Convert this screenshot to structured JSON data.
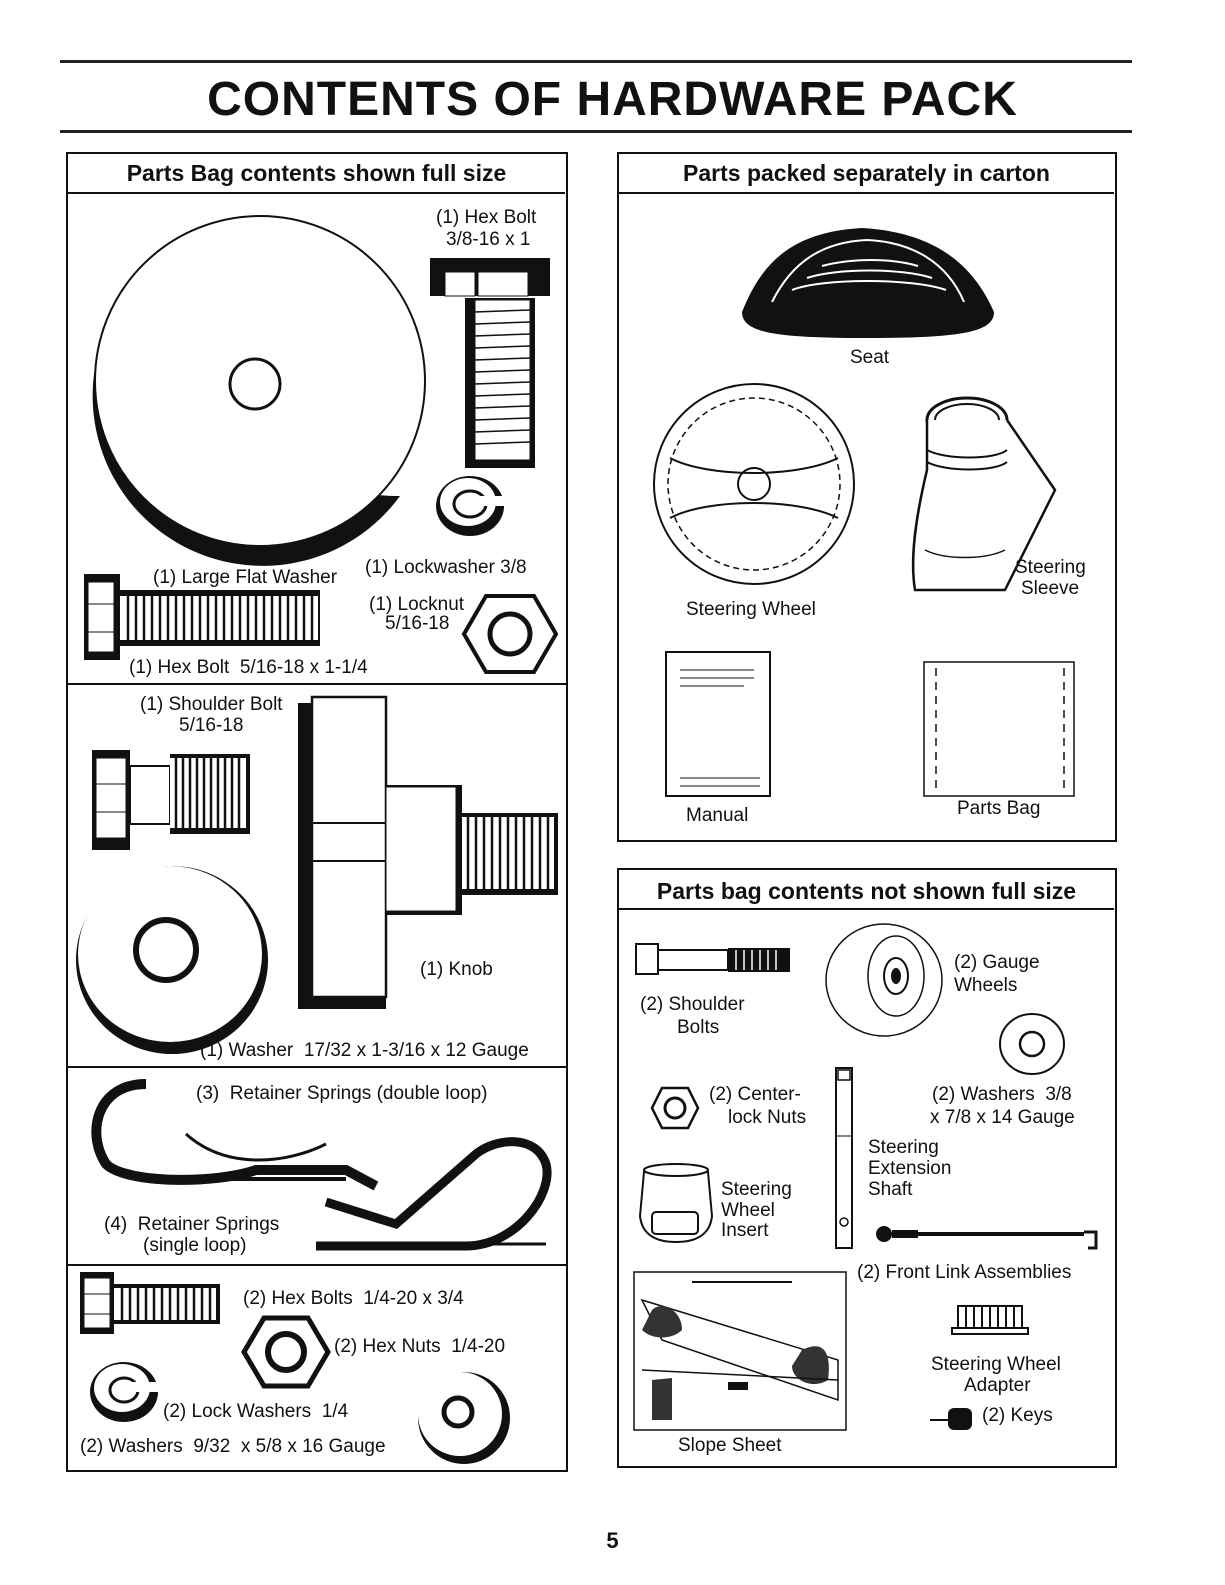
{
  "title": "CONTENTS OF HARDWARE PACK",
  "page_number": "5",
  "left_panel": {
    "header": "Parts Bag contents shown full size",
    "items": {
      "hex_bolt_a": "(1) Hex Bolt",
      "hex_bolt_a_size": "3/8-16 x 1",
      "large_flat_washer": "(1) Large Flat Washer",
      "lockwasher": "(1) Lockwasher 3/8",
      "locknut": "(1) Locknut",
      "locknut_size": "5/16-18",
      "hex_bolt_b": "(1) Hex Bolt  5/16-18 x 1-1/4",
      "shoulder_bolt": "(1) Shoulder Bolt",
      "shoulder_bolt_size": "5/16-18",
      "knob": "(1) Knob",
      "washer": "(1) Washer  17/32 x 1-3/16 x 12 Gauge",
      "retainer_double": "(3)  Retainer Springs (double loop)",
      "retainer_single": "(4)  Retainer Springs",
      "retainer_single_2": "(single loop)",
      "hex_bolts_small": "(2) Hex Bolts  1/4-20 x 3/4",
      "hex_nuts": "(2) Hex Nuts  1/4-20",
      "lock_washers": "(2) Lock Washers  1/4",
      "washers_small": "(2) Washers  9/32  x 5/8 x 16 Gauge"
    }
  },
  "right_top_panel": {
    "header": "Parts packed separately in carton",
    "items": {
      "seat": "Seat",
      "steering_wheel": "Steering Wheel",
      "steering_sleeve": "Steering",
      "steering_sleeve_2": "Sleeve",
      "manual": "Manual",
      "parts_bag": "Parts Bag"
    }
  },
  "right_bottom_panel": {
    "header": "Parts bag contents not shown full size",
    "items": {
      "shoulder_bolts": "(2) Shoulder",
      "shoulder_bolts_2": "Bolts",
      "gauge_wheels": "(2) Gauge",
      "gauge_wheels_2": "Wheels",
      "center_lock_nuts": "(2) Center-",
      "center_lock_nuts_2": "lock Nuts",
      "washers_38": "(2) Washers  3/8",
      "washers_38_2": "x 7/8 x 14 Gauge",
      "extension_shaft": "Steering",
      "extension_shaft_2": "Extension",
      "extension_shaft_3": "Shaft",
      "wheel_insert": "Steering",
      "wheel_insert_2": "Wheel",
      "wheel_insert_3": "Insert",
      "front_link": "(2) Front Link Assemblies",
      "wheel_adapter": "Steering Wheel",
      "wheel_adapter_2": "Adapter",
      "keys": "(2) Keys",
      "slope_sheet": "Slope Sheet"
    }
  }
}
